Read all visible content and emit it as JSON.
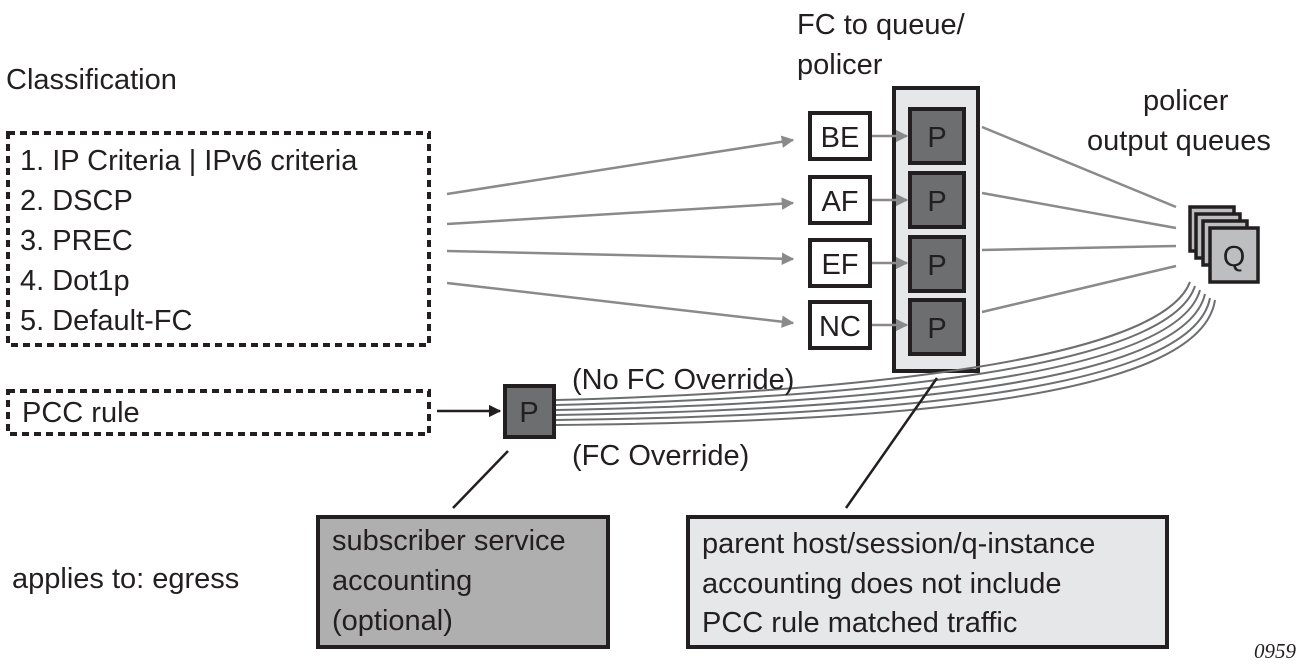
{
  "labels": {
    "classification": "Classification",
    "fc_to_queue_line1": "FC to queue/",
    "fc_to_queue_line2": "policer",
    "policer_output_line1": "policer",
    "policer_output_line2": "output queues",
    "no_fc_override": "(No FC Override)",
    "fc_override": "(FC Override)",
    "applies_to": "applies to: egress",
    "figure_number": "0959"
  },
  "criteria": [
    "1. IP Criteria | IPv6 criteria",
    "2. DSCP",
    "3. PREC",
    "4. Dot1p",
    "5. Default-FC"
  ],
  "pcc_rule": "PCC rule",
  "forwarding_classes": [
    "BE",
    "AF",
    "EF",
    "NC"
  ],
  "policer_label": "P",
  "queue_label": "Q",
  "note_subscriber": [
    "subscriber service",
    "accounting",
    "(optional)"
  ],
  "note_parent": [
    "parent host/session/q-instance",
    "accounting does not include",
    "PCC rule matched traffic"
  ],
  "colors": {
    "line": "#231f20",
    "arrow_gray": "#8a8a8a",
    "policer_fill": "#6d6e70",
    "light_fill": "#e6e7e8",
    "medium_fill": "#bcbec0"
  }
}
